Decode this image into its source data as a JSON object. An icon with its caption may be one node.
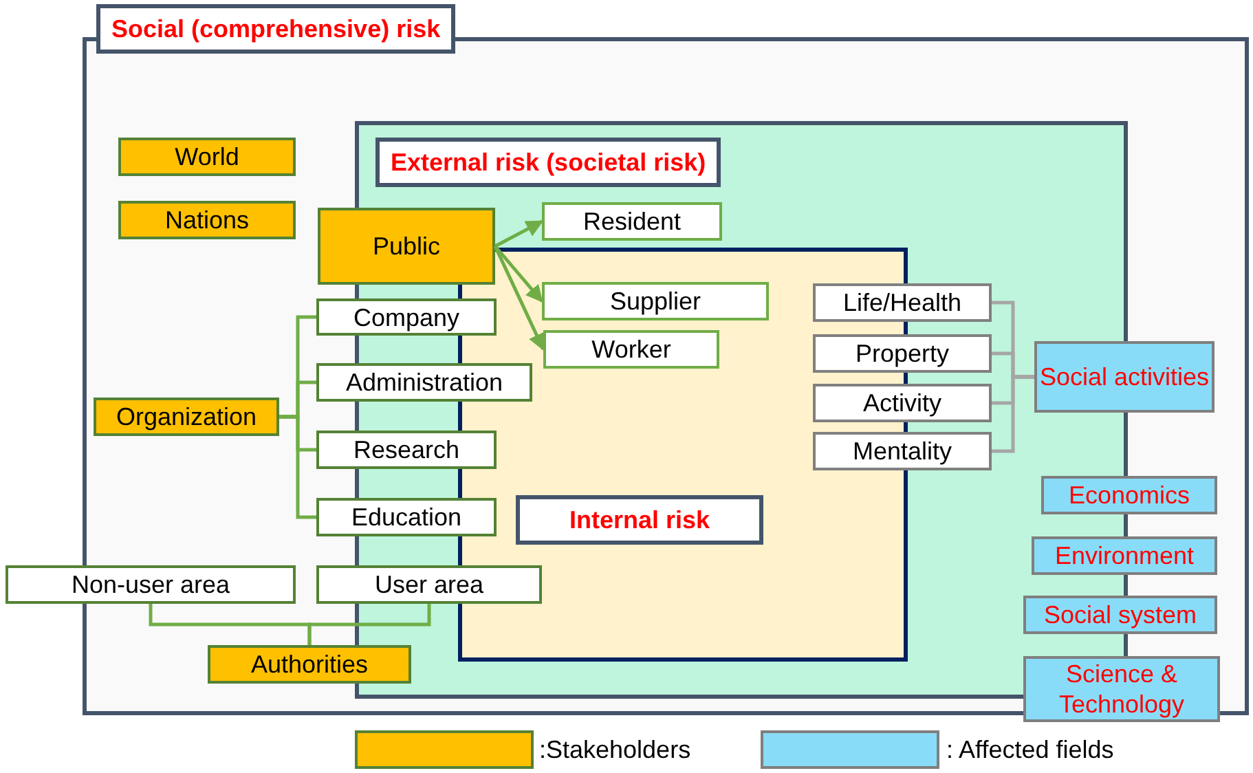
{
  "diagram": {
    "nodes": [
      {
        "text": [
          "Social (comprehensive) risk"
        ]
      },
      {
        "text": [
          "World"
        ],
        "in": 0
      },
      {
        "text": [
          "Nations"
        ],
        "in": 0
      },
      {
        "text": [
          "External risk (societal risk)"
        ],
        "in": 0
      },
      {
        "text": [
          "Public"
        ],
        "in": 0
      },
      {
        "text": [
          "Resident"
        ],
        "in": 3
      },
      {
        "text": [
          "Internal risk"
        ],
        "in": 3
      },
      {
        "text": [
          "Supplier"
        ],
        "in": 6
      },
      {
        "text": [
          "Worker"
        ],
        "in": 6
      },
      {
        "text": [
          "Company"
        ],
        "in": 0
      },
      {
        "text": [
          "Administration"
        ],
        "in": 0
      },
      {
        "text": [
          "Research"
        ],
        "in": 0
      },
      {
        "text": [
          "Education"
        ],
        "in": 0
      },
      {
        "text": [
          "Organization"
        ],
        "in": 0
      },
      {
        "text": [
          "Life/Health"
        ],
        "in": 3
      },
      {
        "text": [
          "Property"
        ],
        "in": 3
      },
      {
        "text": [
          "Activity"
        ],
        "in": 3
      },
      {
        "text": [
          "Mentality"
        ],
        "in": 3
      },
      {
        "text": [
          "Social activities"
        ],
        "in": 0
      },
      {
        "text": [
          "Economics"
        ],
        "in": 0
      },
      {
        "text": [
          "Environment"
        ],
        "in": 0
      },
      {
        "text": [
          "Social system"
        ],
        "in": 0
      },
      {
        "text": [
          "Non-user area"
        ]
      },
      {
        "text": [
          "User area"
        ],
        "in": 0
      },
      {
        "text": [
          "Authorities"
        ],
        "in": 0
      },
      {
        "text": [
          "Science & Technology"
        ]
      }
    ],
    "edges": [
      {
        "from": 4,
        "to": 5,
        "arrow": "to"
      },
      {
        "from": 4,
        "to": 7,
        "arrow": "to"
      },
      {
        "from": 4,
        "to": 8,
        "arrow": "to"
      },
      {
        "from": 13,
        "to": 9,
        "arrow": "none"
      },
      {
        "from": 13,
        "to": 10,
        "arrow": "none"
      },
      {
        "from": 13,
        "to": 11,
        "arrow": "none"
      },
      {
        "from": 13,
        "to": 12,
        "arrow": "none"
      },
      {
        "from": 24,
        "to": 22,
        "arrow": "none"
      },
      {
        "from": 24,
        "to": 23,
        "arrow": "none"
      },
      {
        "from": 18,
        "to": 14,
        "arrow": "none",
        "color": "#a6a6a6"
      },
      {
        "from": 18,
        "to": 15,
        "arrow": "none",
        "color": "#a6a6a6"
      },
      {
        "from": 18,
        "to": 16,
        "arrow": "none",
        "color": "#a6a6a6"
      },
      {
        "from": 18,
        "to": 17,
        "arrow": "none",
        "color": "#a6a6a6"
      }
    ],
    "legend": [
      {
        "text": ":Stakeholders",
        "color": "#ffc000"
      },
      {
        "text": ": Affected fields",
        "color": "#89dcf8"
      }
    ]
  }
}
